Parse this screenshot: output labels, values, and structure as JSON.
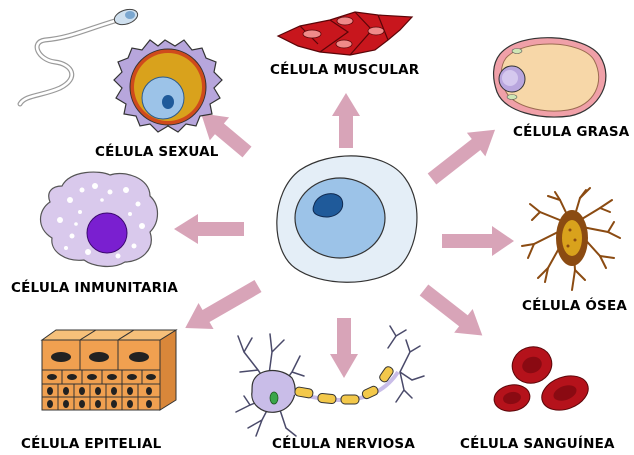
{
  "labels": {
    "muscular": "CÉLULA MUSCULAR",
    "sexual": "CÉLULA SEXUAL",
    "grasa": "CÉLULA GRASA",
    "inmunitaria": "CÉLULA INMUNITARIA",
    "osea": "CÉLULA ÓSEA",
    "epitelial": "CÉLULA EPITELIAL",
    "nerviosa": "CÉLULA NERVIOSA",
    "sanguinea": "CÉLULA SANGUÍNEA"
  },
  "colors": {
    "arrow": "#d8a4b8",
    "stem_cytoplasm": "#e4eef7",
    "stem_nucleus": "#9cc3e8",
    "stem_nucleolus": "#1f5a9a",
    "muscle": "#c8161d",
    "sex_cell": "#b7a6dc",
    "egg_yolk": "#d9a21c",
    "fat": "#f7d7a8",
    "immune": "#d9c9ec",
    "immune_nucleus": "#7a1fd0",
    "bone": "#8b4b12",
    "epithelial": "#f0a050",
    "neuron": "#c9bde8",
    "myelin": "#f3c84a",
    "blood": "#b5121b"
  }
}
